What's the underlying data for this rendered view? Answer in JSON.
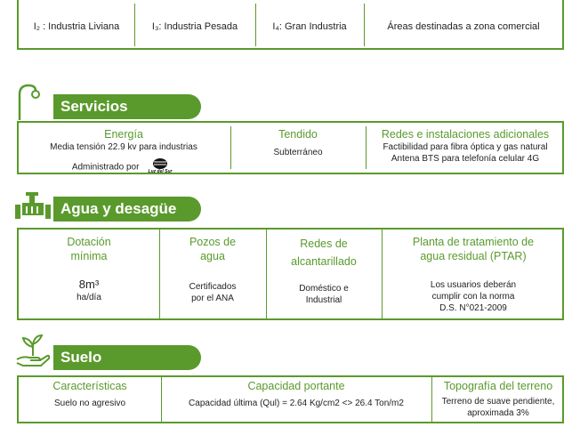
{
  "industries": {
    "i2": "I₂ : Industria Liviana",
    "i3": "I₃: Industria Pesada",
    "i4": "I₄: Gran Industria",
    "commercial": "Áreas destinadas a zona comercial"
  },
  "servicios": {
    "title": "Servicios",
    "energia": {
      "heading": "Energía",
      "line1": "Media tensión 22.9 kv  para  industrias",
      "line2": "Administrado por",
      "logo_text": "Luz del Sur"
    },
    "tendido": {
      "heading": "Tendido",
      "value": "Subterráneo"
    },
    "redes": {
      "heading": "Redes e instalaciones adicionales",
      "line1": "Factibilidad para fibra óptica y gas natural",
      "line2": "Antena BTS para telefonía celular 4G"
    }
  },
  "agua": {
    "title": "Agua y desagüe",
    "dotacion": {
      "heading1": "Dotación",
      "heading2": "mínima",
      "value": "8m³",
      "unit": "ha/día"
    },
    "pozos": {
      "heading1": "Pozos de",
      "heading2": "agua",
      "line1": "Certificados",
      "line2": "por el ANA"
    },
    "alcantarillado": {
      "heading1": "Redes de",
      "heading2": "alcantarillado",
      "line1": "Doméstico e",
      "line2": "Industrial"
    },
    "ptar": {
      "heading1": "Planta de tratamiento de",
      "heading2": "agua residual (PTAR)",
      "line1": "Los usuarios deberán",
      "line2": "cumplir con la  norma",
      "line3": "D.S. N°021-2009"
    }
  },
  "suelo": {
    "title": "Suelo",
    "caracteristicas": {
      "heading": "Características",
      "value": "Suelo no agresivo"
    },
    "capacidad": {
      "heading": "Capacidad portante",
      "value": "Capacidad última (Qul) = 2.64 Kg/cm2  <>   26.4 Ton/m2"
    },
    "topografia": {
      "heading": "Topografía del terreno",
      "line1": "Terreno de suave pendiente,",
      "line2": "aproximada 3%"
    }
  },
  "colors": {
    "accent": "#5a9a2c",
    "text": "#1e1e1e"
  }
}
